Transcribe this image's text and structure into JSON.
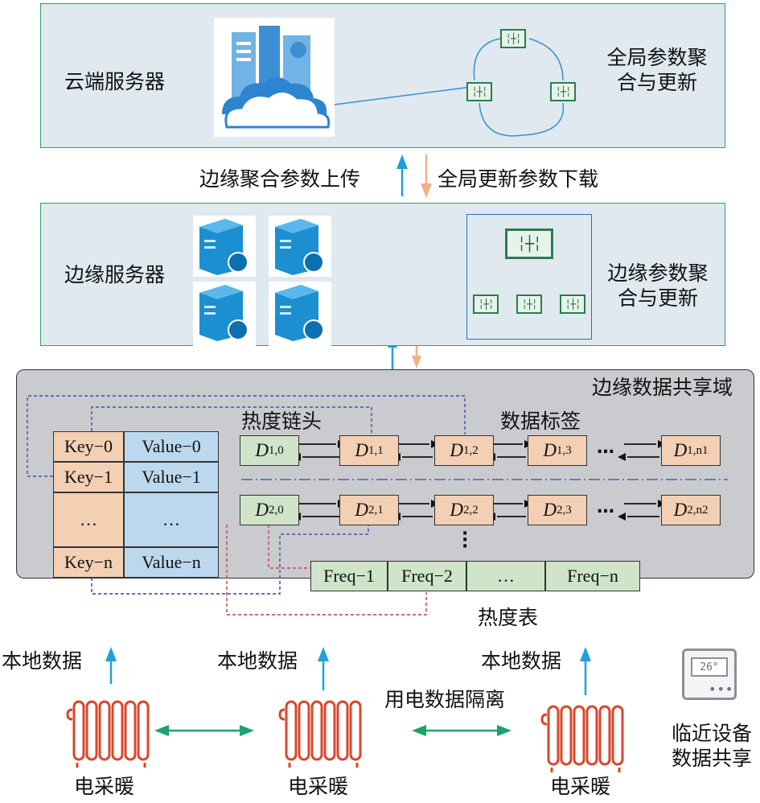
{
  "cloud": {
    "title": "云端服务器",
    "aggregation_label_line1": "全局参数聚",
    "aggregation_label_line2": "合与更新"
  },
  "transfer": {
    "upload_label": "边缘聚合参数上传",
    "download_label": "全局更新参数下载"
  },
  "edge": {
    "title": "边缘服务器",
    "aggregation_label_line1": "边缘参数聚",
    "aggregation_label_line2": "合与更新"
  },
  "shared_domain": {
    "title": "边缘数据共享域",
    "chain_head_label": "热度链头",
    "data_tag_label": "数据标签",
    "kv_table": [
      {
        "key": "Key−0",
        "value": "Value−0"
      },
      {
        "key": "Key−1",
        "value": "Value−1"
      },
      {
        "key": "…",
        "value": "…"
      },
      {
        "key": "Key−n",
        "value": "Value−n"
      }
    ],
    "chain1": [
      {
        "base": "D",
        "sub": "1,0"
      },
      {
        "base": "D",
        "sub": "1,1"
      },
      {
        "base": "D",
        "sub": "1,2"
      },
      {
        "base": "D",
        "sub": "1,3"
      },
      {
        "base": "D",
        "sub": "1,n1"
      }
    ],
    "chain2": [
      {
        "base": "D",
        "sub": "2,0"
      },
      {
        "base": "D",
        "sub": "2,1"
      },
      {
        "base": "D",
        "sub": "2,2"
      },
      {
        "base": "D",
        "sub": "2,3"
      },
      {
        "base": "D",
        "sub": "2,n2"
      }
    ],
    "ellipsis": "…",
    "freq_table": [
      "Freq−1",
      "Freq−2",
      "…",
      "Freq−n"
    ],
    "freq_table_label": "热度表"
  },
  "devices": {
    "local_data_label": "本地数据",
    "heater_label": "电采暖",
    "isolation_label": "用电数据隔离",
    "neighbor_label_line1": "临近设备",
    "neighbor_label_line2": "数据共享",
    "thermostat_reading": "26°"
  },
  "colors": {
    "panel_bg": "#dfe9ef",
    "panel_border": "#2f9e66",
    "upload_arrow": "#1ea0d8",
    "download_arrow": "#f0b08a",
    "heater": "#d9472b",
    "isolation_arrow": "#1aa36a",
    "key_cell": "#f3cfb3",
    "value_cell": "#bcd8ee",
    "head_node": "#cfe4c9"
  }
}
